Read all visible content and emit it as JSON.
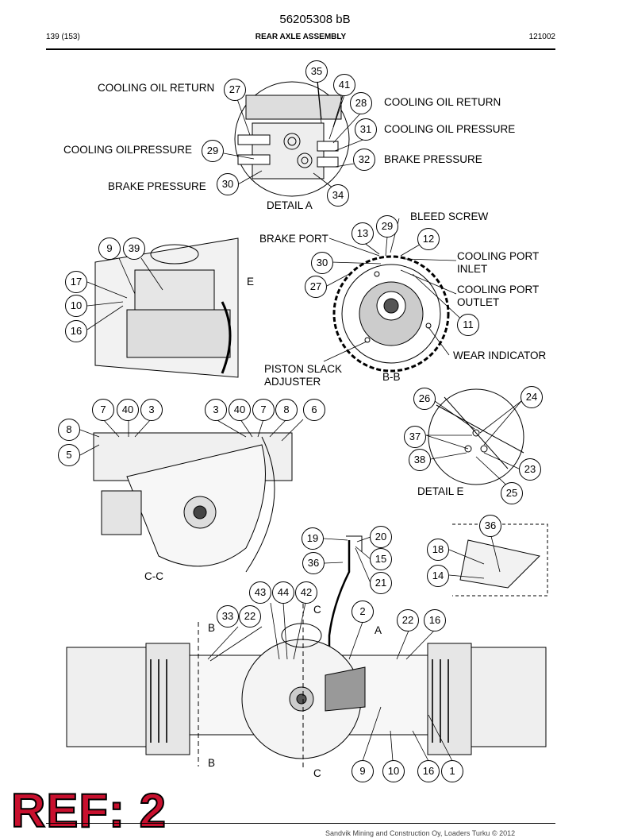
{
  "header": {
    "doc_number": "56205308 bB",
    "page": "139 (153)",
    "title": "REAR AXLE ASSEMBLY",
    "date_code": "121002"
  },
  "detail_a": {
    "labels": {
      "cooling_oil_return_left": "COOLING OIL RETURN",
      "cooling_oil_return_right": "COOLING OIL RETURN",
      "cooling_oil_pressure_left": "COOLING OILPRESSURE",
      "cooling_oil_pressure_right": "COOLING OIL PRESSURE",
      "brake_pressure_left": "BRAKE PRESSURE",
      "brake_pressure_right": "BRAKE PRESSURE",
      "caption": "DETAIL A"
    },
    "callouts": [
      "35",
      "41",
      "27",
      "28",
      "31",
      "29",
      "32",
      "30",
      "34"
    ]
  },
  "section_bb": {
    "labels": {
      "bleed_screw": "BLEED SCREW",
      "brake_port": "BRAKE PORT",
      "cooling_port_inlet": "COOLING PORT\nINLET",
      "cooling_port_outlet": "COOLING PORT\nOUTLET",
      "wear_indicator": "WEAR INDICATOR",
      "piston_slack_adjuster": "PISTON SLACK\nADJUSTER",
      "caption": "B-B"
    },
    "callouts": [
      "13",
      "29",
      "12",
      "30",
      "27",
      "11"
    ]
  },
  "left_view": {
    "callouts": [
      "9",
      "39",
      "17",
      "10",
      "16"
    ],
    "marker": "E"
  },
  "detail_e": {
    "caption": "DETAIL E",
    "callouts": [
      "26",
      "24",
      "37",
      "38",
      "23",
      "25"
    ]
  },
  "section_cc": {
    "caption": "C-C",
    "callouts": [
      "7",
      "40",
      "3",
      "3",
      "40",
      "7",
      "8",
      "6",
      "8",
      "5"
    ]
  },
  "hose_view": {
    "callouts": [
      "19",
      "20",
      "15",
      "36",
      "21"
    ]
  },
  "inset_view": {
    "callouts": [
      "36",
      "18",
      "14"
    ]
  },
  "main_view": {
    "callouts": [
      "43",
      "44",
      "42",
      "2",
      "33",
      "22",
      "22",
      "16",
      "9",
      "10",
      "16",
      "1"
    ],
    "markers": {
      "b_top": "B",
      "b_bottom": "B",
      "c_top": "C",
      "c_bottom": "C",
      "a": "A"
    }
  },
  "stamp": "REF: 2",
  "footer": "Sandvik Mining and Construction Oy, Loaders Turku © 2012"
}
